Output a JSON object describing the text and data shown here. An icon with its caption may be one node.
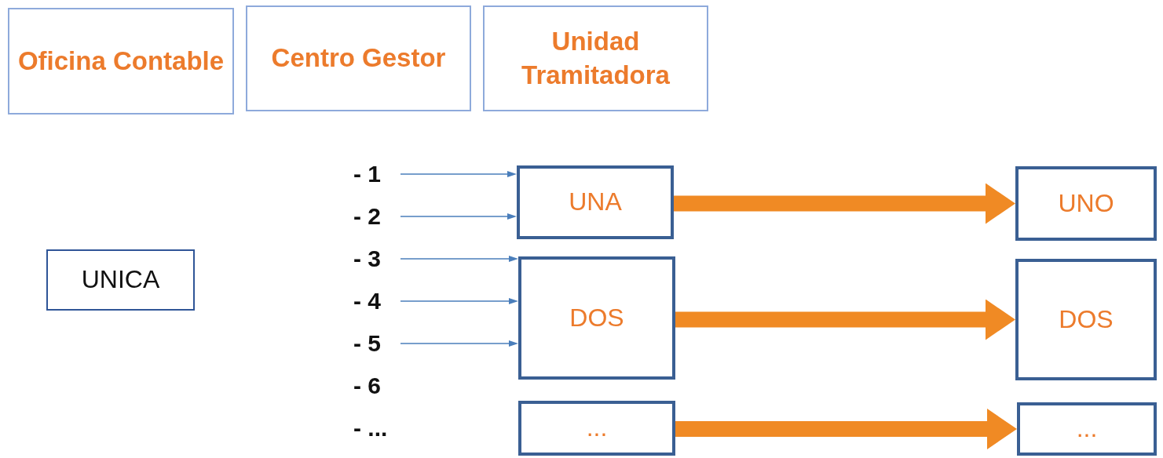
{
  "diagram": {
    "nodes": [
      {
        "text": [
          "Oficina Contable"
        ]
      },
      {
        "text": [
          "Centro Gestor"
        ]
      },
      {
        "text": [
          "Unidad Tramitadora"
        ]
      },
      {
        "text": [
          "UNICA"
        ]
      },
      {
        "text": [
          "- 1"
        ]
      },
      {
        "text": [
          "- 2"
        ]
      },
      {
        "text": [
          "- 3"
        ]
      },
      {
        "text": [
          "- 4"
        ]
      },
      {
        "text": [
          "- 5"
        ]
      },
      {
        "text": [
          "UNA"
        ]
      },
      {
        "text": [
          "DOS"
        ]
      },
      {
        "text": [
          "..."
        ]
      },
      {
        "text": [
          "UNO"
        ]
      },
      {
        "text": [
          "DOS"
        ]
      },
      {
        "text": [
          "..."
        ]
      }
    ],
    "edges": [
      {
        "from": 4,
        "to": 9,
        "arrow": "to"
      },
      {
        "from": 5,
        "to": 9,
        "arrow": "to"
      },
      {
        "from": 6,
        "to": 10,
        "arrow": "to"
      },
      {
        "from": 7,
        "to": 10,
        "arrow": "to"
      },
      {
        "from": 8,
        "to": 10,
        "arrow": "to"
      },
      {
        "from": 9,
        "to": 12,
        "arrow": "to",
        "style": "thick",
        "color": "#f08a24"
      },
      {
        "from": 10,
        "to": 13,
        "arrow": "to",
        "style": "thick",
        "color": "#f08a24"
      },
      {
        "from": 11,
        "to": 14,
        "arrow": "to",
        "style": "thick",
        "color": "#f08a24"
      }
    ],
    "labels": [
      "- 6",
      "- ..."
    ]
  }
}
